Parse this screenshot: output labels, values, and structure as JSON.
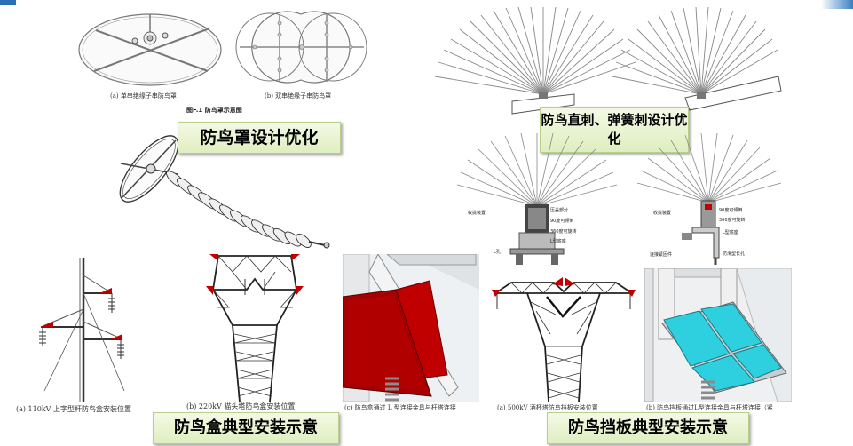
{
  "captions": {
    "single_cover": "(a)  单串绝缘子串防鸟罩",
    "double_cover": "(b)  双串绝缘子串防鸟罩",
    "fig_title": "图F.1    防鸟罩示意图",
    "box_110kv": "(a)  110kV 上字型杆防鸟盒安装位置",
    "box_220kv": "(b)  220kV 猫头塔防鸟盒安装位置",
    "box_lconn": "(c)  防鸟盒通过 L 型连接金具与杆塔连接",
    "plate_500kv": "(a)  500kV 酒杯塔防鸟挡板安装位置",
    "plate_lconn": "(b)  防鸟挡板通过L型连接金具与杆塔连接（紧"
  },
  "labels": {
    "cover": "防鸟罩设计优化",
    "spikes": "防鸟直刺、弹簧刺设计优化",
    "box": "防鸟盒典型安装示意",
    "plate": "防鸟挡板典型安装示意"
  },
  "callouts_left": [
    "收拢装置",
    "压盖部分",
    "90度可倾倒",
    "360度可旋转",
    "L型底座"
  ],
  "callout_left_extra": "L孔",
  "callouts_right": [
    "收拢装置",
    "90度可倾倒",
    "360度可旋转",
    "L型底座",
    "连接紧固件",
    "防滑型长孔"
  ],
  "colors": {
    "accent_red": "#c00000",
    "cyan": "#2ed0e0",
    "label_bg": "#e6f2cc",
    "header_blue": "#2b6fb5"
  }
}
